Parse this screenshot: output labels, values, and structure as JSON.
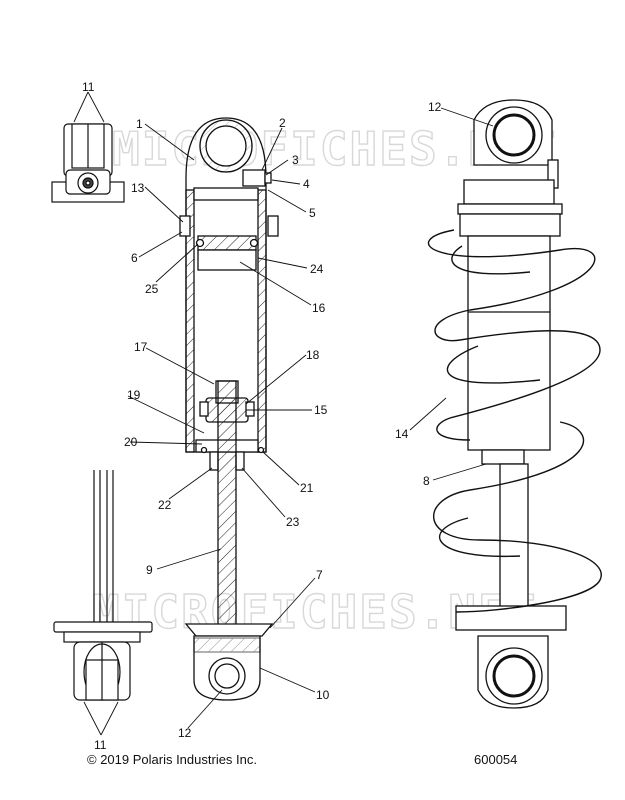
{
  "watermark": "MICROFICHES.NET",
  "footer": {
    "copyright": "© 2019 Polaris Industries Inc.",
    "part_number": "600054"
  },
  "callouts": [
    "1",
    "2",
    "3",
    "4",
    "5",
    "6",
    "7",
    "8",
    "9",
    "10",
    "11",
    "11",
    "12",
    "12",
    "13",
    "14",
    "15",
    "16",
    "17",
    "18",
    "19",
    "20",
    "21",
    "22",
    "23",
    "24",
    "25"
  ]
}
